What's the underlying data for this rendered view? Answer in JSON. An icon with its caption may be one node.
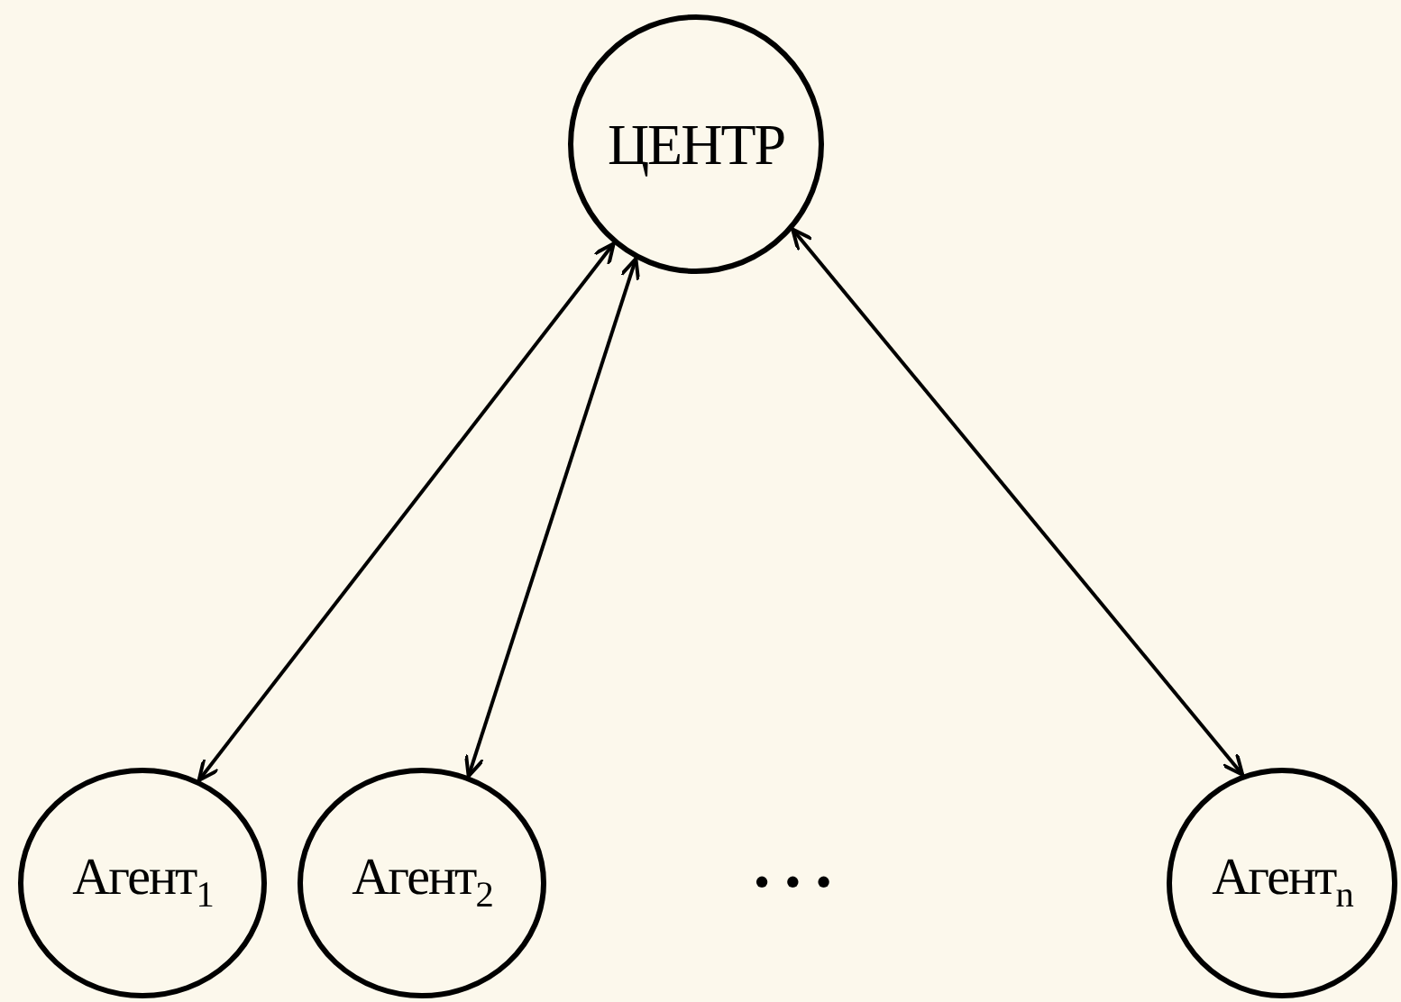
{
  "diagram": {
    "nodes": [
      {
        "text": [
          "ЦЕНТР"
        ]
      },
      {
        "text": [
          "Агент$_{1}$"
        ]
      },
      {
        "text": [
          "Агент$_{2}$"
        ]
      },
      {
        "text": [
          "Агент$_{n}$"
        ]
      }
    ],
    "edges": [
      {
        "from": 0,
        "to": 1,
        "arrow": "both"
      },
      {
        "from": 0,
        "to": 2,
        "arrow": "both"
      },
      {
        "from": 0,
        "to": 3,
        "arrow": "both"
      }
    ],
    "labels": [
      "•••"
    ]
  }
}
